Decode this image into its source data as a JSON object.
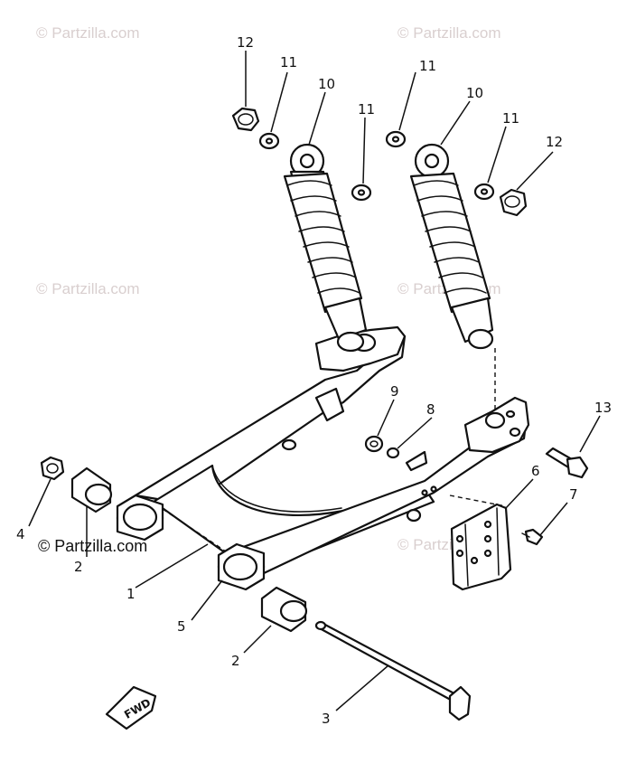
{
  "watermark": {
    "text": "© Partzilla.com",
    "copyright_text": "© Partzilla.com"
  },
  "direction_badge": "FWD",
  "callouts": {
    "swingarm": "1",
    "bushing_left": "2",
    "bushing_lower": "2",
    "pivot_shaft": "3",
    "nut": "4",
    "bushing_inner": "5",
    "chain_guide_bracket": "6",
    "bolt_small": "7",
    "washer_small": "8",
    "collar": "9",
    "shock_left": "10",
    "shock_right": "10",
    "washer_a": "11",
    "washer_b": "11",
    "washer_c": "11",
    "washer_d": "11",
    "cap_nut_left": "12",
    "cap_nut_right": "12",
    "bolt_axle": "13"
  },
  "colors": {
    "ink": "#111111",
    "watermark": "#d9cfcf",
    "background": "#ffffff"
  }
}
